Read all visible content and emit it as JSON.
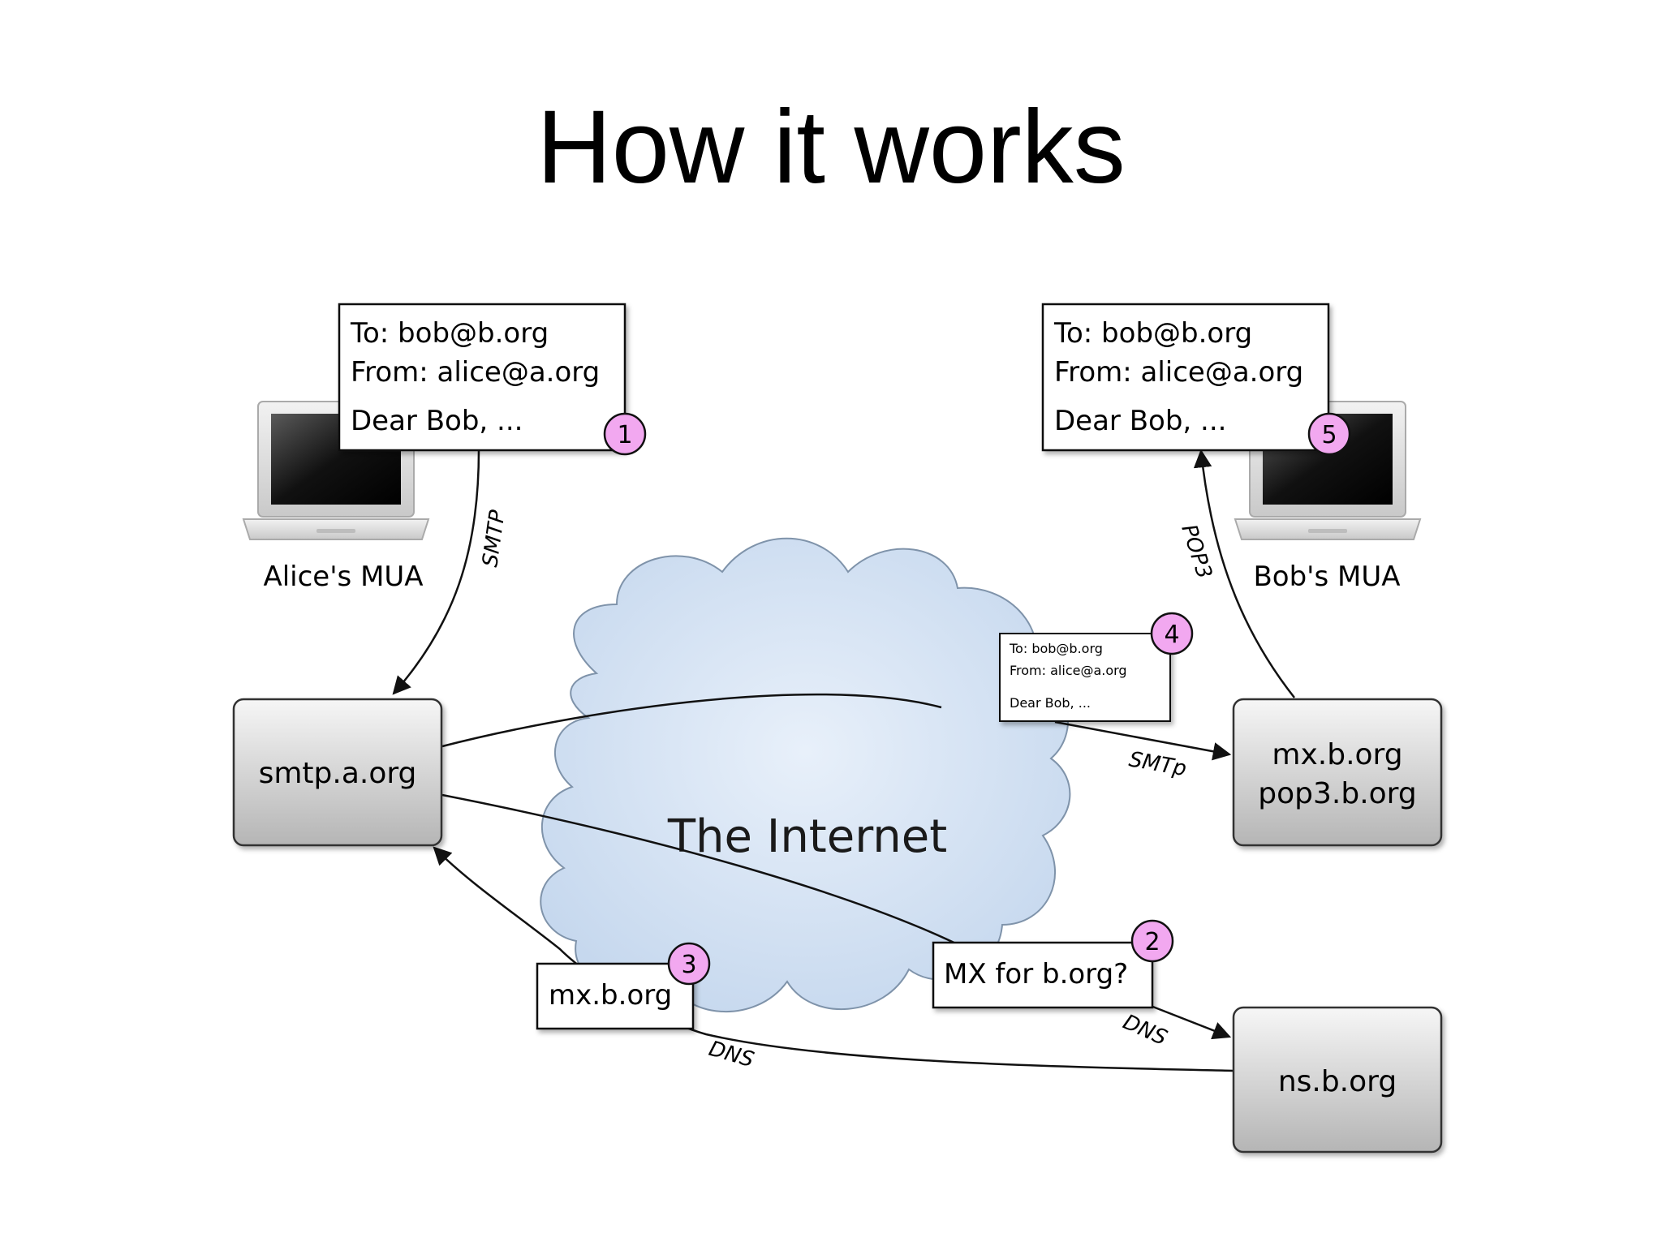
{
  "slide": {
    "title": "How it works"
  },
  "colors": {
    "cloud": "#dce8f6",
    "cloud_stroke": "#7f93aa",
    "badge": "#f2a8f0",
    "box_top": "#f4f4f4",
    "box_bottom": "#b9b9b9",
    "line": "#111111"
  },
  "letter": {
    "to": "To: bob@b.org",
    "from": "From: alice@a.org",
    "body": "Dear Bob, ..."
  },
  "clients": {
    "alice": "Alice's MUA",
    "bob": "Bob's MUA"
  },
  "servers": {
    "smtp_a": "smtp.a.org",
    "mx_b": "mx.b.org",
    "pop3_b": "pop3.b.org",
    "ns_b": "ns.b.org"
  },
  "network": {
    "internet": "The Internet"
  },
  "protocols": {
    "smtp_upper": "SMTP",
    "smtp_mixed": "SMTp",
    "pop3": "POP3",
    "dns": "DNS"
  },
  "queries": {
    "mx_question": "MX for b.org?",
    "mx_answer": "mx.b.org"
  },
  "steps": [
    "1",
    "2",
    "3",
    "4",
    "5"
  ]
}
